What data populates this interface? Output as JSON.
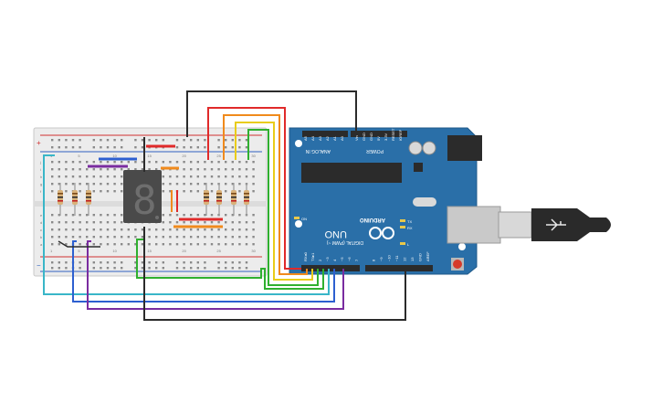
{
  "board": {
    "brand": "ARDUINO",
    "model": "UNO",
    "header_power": "POWER",
    "header_analog": "ANALOG IN",
    "header_digital": "DIGITAL (PWM ~)",
    "power_pins": [
      "IOREF",
      "RESET",
      "3.3V",
      "5V",
      "GND",
      "GND",
      "Vin"
    ],
    "analog_pins": [
      "A0",
      "A1",
      "A2",
      "A3",
      "A4",
      "A5"
    ],
    "digital_pins_high": [
      "AREF",
      "GND",
      "13",
      "12",
      "~11",
      "~10",
      "~9",
      "8"
    ],
    "digital_pins_low": [
      "7",
      "~6",
      "~5",
      "4",
      "~3",
      "2",
      "TX▸1",
      "RX◂0"
    ],
    "led_on": "ON",
    "led_tx": "TX",
    "led_rx": "RX",
    "led_l": "L",
    "colors": {
      "board": "#2a6fa8",
      "board_dark": "#1f5a8a",
      "usb_port": "#c9c9c9",
      "reset_button": "#d63a2a"
    }
  },
  "breadboard": {
    "rail_plus": "+",
    "rail_minus": "−",
    "column_numbers": [
      "1",
      "5",
      "10",
      "15",
      "20",
      "25",
      "30"
    ],
    "row_letters_top": [
      "j",
      "i",
      "h",
      "g",
      "f"
    ],
    "row_letters_bottom": [
      "e",
      "d",
      "c",
      "b",
      "a"
    ],
    "colors": {
      "body": "#ececec",
      "rail_red": "#d03030",
      "rail_blue": "#3060c0"
    }
  },
  "display": {
    "digit": "8",
    "colors": {
      "body": "#4a4a4a",
      "segment": "#6e6e6e"
    }
  },
  "cable": {
    "colors": {
      "plug": "#2a2a2a",
      "shell": "#d8d8d8"
    }
  },
  "wires": {
    "colors": {
      "black": "#2b2b2b",
      "red": "#e02a2a",
      "orange": "#f08a1c",
      "yellow": "#e9cc1a",
      "green": "#2fb02f",
      "teal": "#39b6c8",
      "blue": "#2d5fd0",
      "purple": "#7a2ca0"
    }
  }
}
